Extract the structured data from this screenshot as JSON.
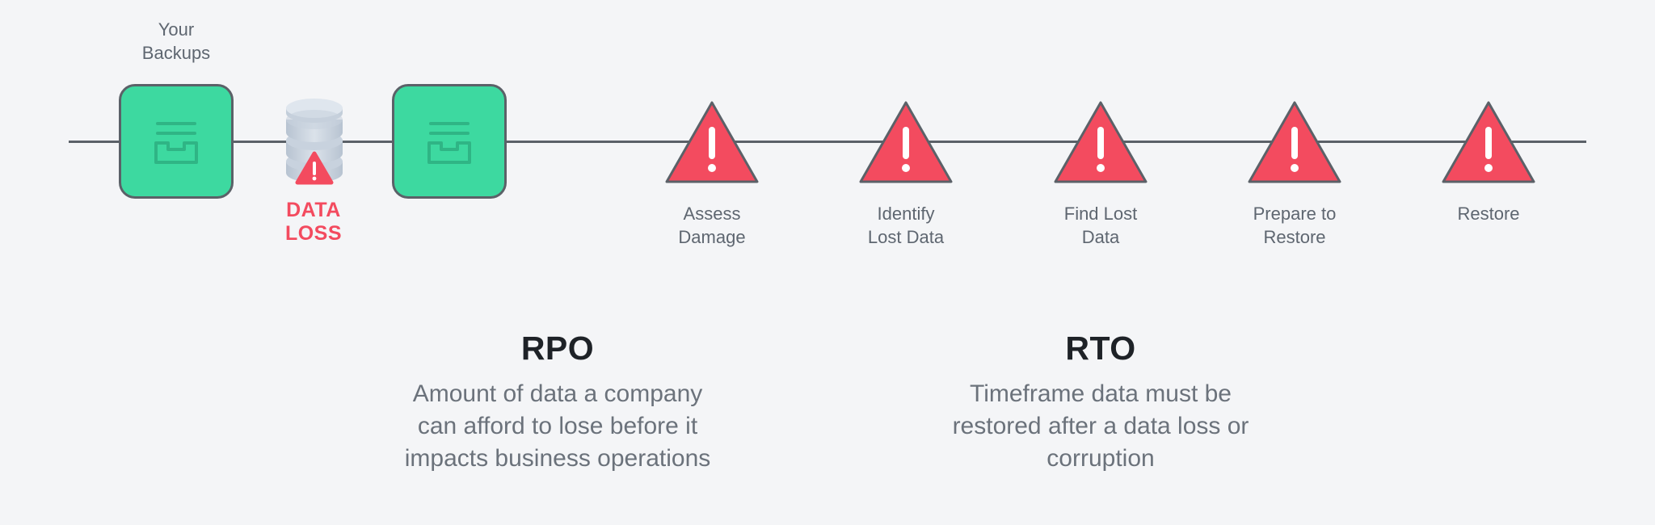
{
  "backups": {
    "label": "Your\nBackups"
  },
  "data_loss": {
    "label": "DATA\nLOSS"
  },
  "steps": [
    {
      "label": "Assess\nDamage"
    },
    {
      "label": "Identify\nLost Data"
    },
    {
      "label": "Find Lost\nData"
    },
    {
      "label": "Prepare to\nRestore"
    },
    {
      "label": "Restore"
    }
  ],
  "rpo": {
    "title": "RPO",
    "description": "Amount of data a company\ncan afford to lose before it\nimpacts business operations"
  },
  "rto": {
    "title": "RTO",
    "description": "Timeframe data must be\nrestored after a data loss or\ncorruption"
  },
  "colors": {
    "backup_green": "#3dd9a0",
    "warning_red": "#f34b5f",
    "line_gray": "#5b6168",
    "background": "#f4f5f7"
  },
  "icons": {
    "backup": "archive-box-icon",
    "database": "database-icon",
    "warning": "warning-triangle-icon"
  }
}
